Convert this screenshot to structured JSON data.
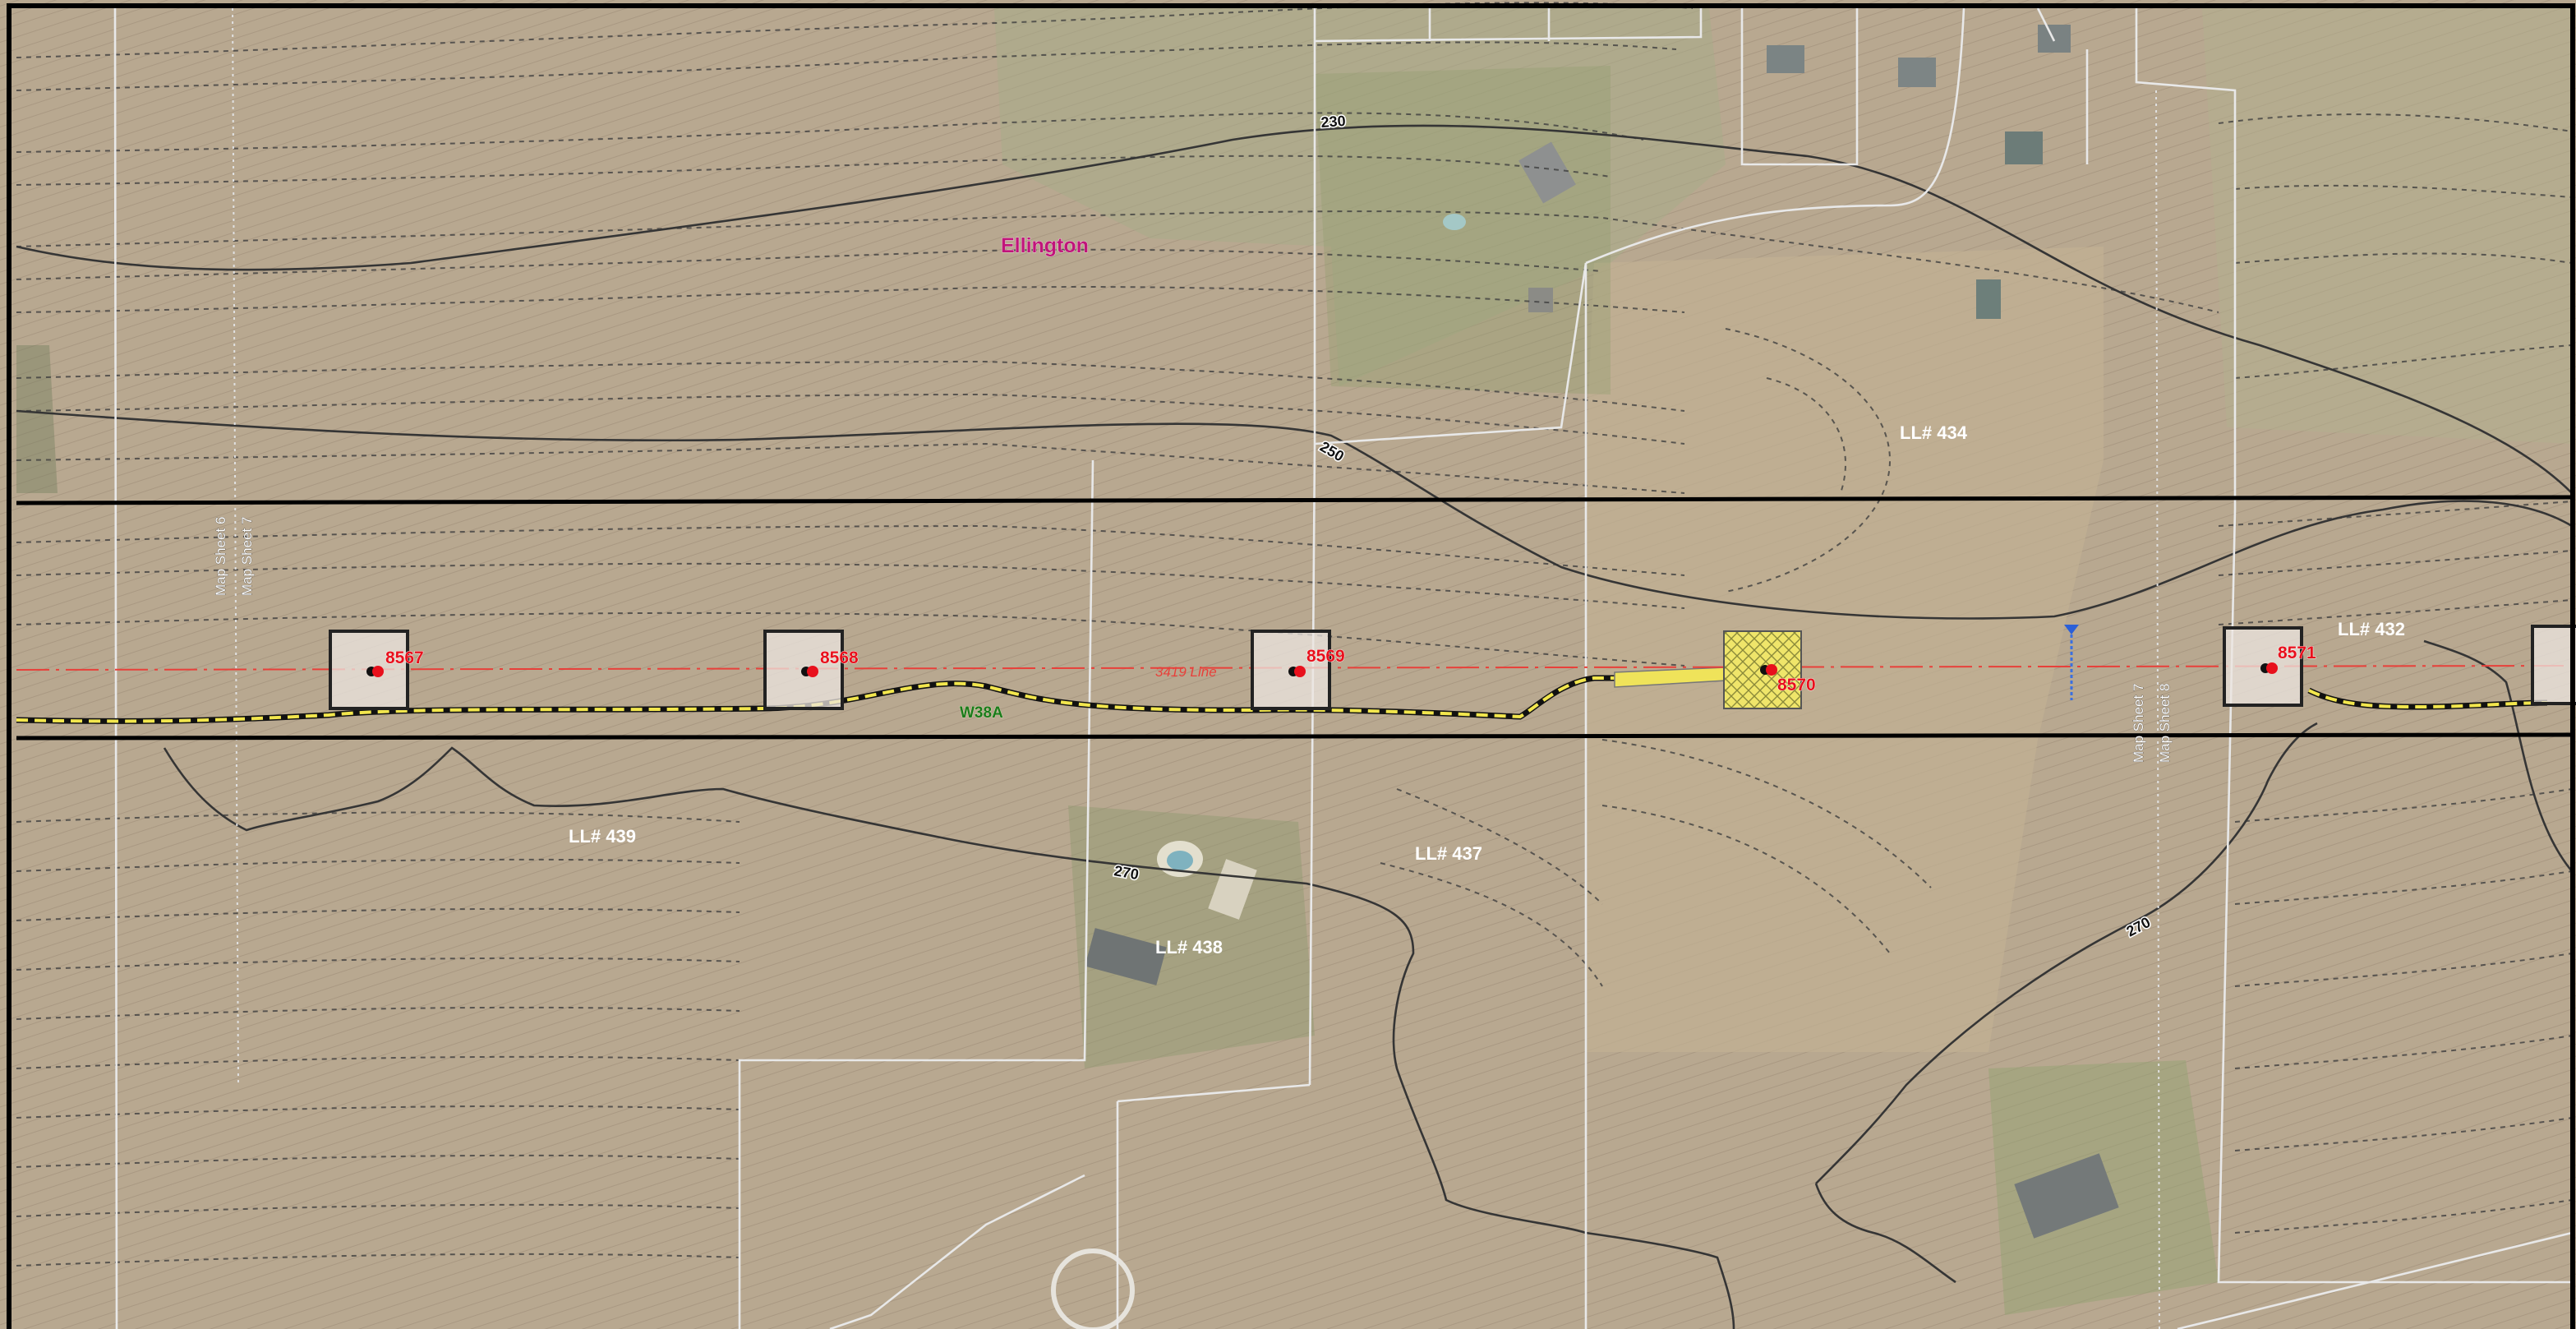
{
  "map": {
    "town_label": "Ellington",
    "line_label": "3419 Line",
    "wetland_label": "W38A",
    "map_sheet_labels": [
      "Map Sheet 6",
      "Map Sheet 7",
      "Map Sheet 7",
      "Map Sheet 8"
    ],
    "contour_labels": [
      "230",
      "250",
      "270",
      "270"
    ],
    "parcels": [
      "LL# 434",
      "LL# 432",
      "LL# 439",
      "LL# 437",
      "LL# 438"
    ],
    "structures": [
      "8567",
      "8568",
      "8569",
      "8570",
      "8571"
    ],
    "colors": {
      "aerial_base": "#b9a88f",
      "transmission_line": "#e8403a",
      "structure_label": "#e8101c",
      "wetland_label": "#1a7a1a",
      "town_label": "#c0157a",
      "access_road_fill": "#f0e65a",
      "parcel_line": "#e6e6e6",
      "contour_major": "#3a3a3a",
      "contour_minor": "#4a4a4a",
      "row_boundary": "#000000"
    }
  }
}
